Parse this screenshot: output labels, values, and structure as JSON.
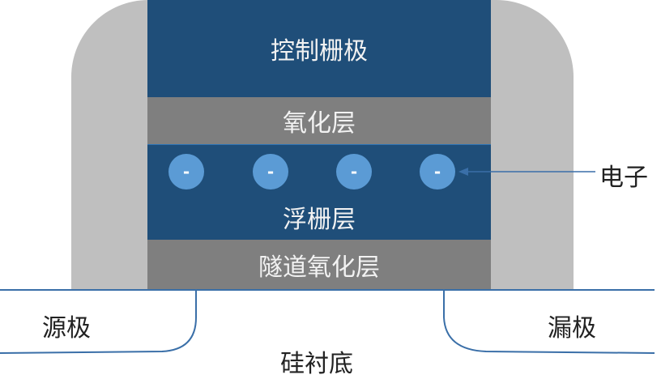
{
  "layers": {
    "control_gate": "控制栅极",
    "oxide": "氧化层",
    "floating_gate": "浮栅层",
    "tunnel_oxide": "隧道氧化层"
  },
  "electrons": [
    "-",
    "-",
    "-",
    "-"
  ],
  "electron_label": "电子",
  "regions": {
    "source": "源极",
    "drain": "漏极",
    "substrate": "硅衬底"
  },
  "colors": {
    "gate": "#1f4e79",
    "oxide": "#7f7f7f",
    "spacer": "#bfbfbf",
    "electron": "#5b9bd5",
    "line": "#3a6fa8"
  }
}
